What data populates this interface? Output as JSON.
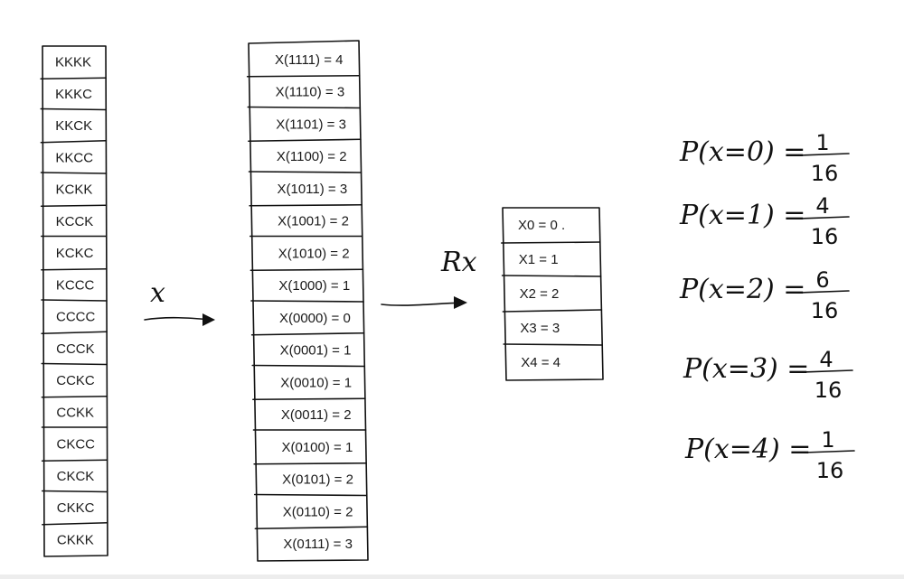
{
  "outcomes": [
    "KKKK",
    "KKKC",
    "KKCK",
    "KKCC",
    "KCKK",
    "KCCK",
    "KCKC",
    "KCCC",
    "CCCC",
    "CCCK",
    "CCKC",
    "CCKK",
    "CKCC",
    "CKCK",
    "CKKC",
    "CKKK"
  ],
  "mapping": [
    "X(1111) = 4",
    "X(1110) = 3",
    "X(1101) = 3",
    "X(1100) = 2",
    "X(1011) = 3",
    "X(1001) = 2",
    "X(1010) = 2",
    "X(1000) = 1",
    "X(0000) = 0",
    "X(0001) = 1",
    "X(0010) = 1",
    "X(0011) = 2",
    "X(0100) = 1",
    "X(0101) = 2",
    "X(0110) = 2",
    "X(0111) = 3"
  ],
  "range": [
    "X0 = 0 .",
    "X1 = 1",
    "X2 = 2",
    "X3 = 3",
    "X4 = 4"
  ],
  "arrows": {
    "first": "x",
    "second": "Rx"
  },
  "probabilities": [
    {
      "lhs": "P(x=0) =",
      "num": "1",
      "den": "16"
    },
    {
      "lhs": "P(x=1) =",
      "num": "4",
      "den": "16"
    },
    {
      "lhs": "P(x=2) =",
      "num": "6",
      "den": "16"
    },
    {
      "lhs": "P(x=3) =",
      "num": "4",
      "den": "16"
    },
    {
      "lhs": "P(x=4) =",
      "num": "1",
      "den": "16"
    }
  ]
}
